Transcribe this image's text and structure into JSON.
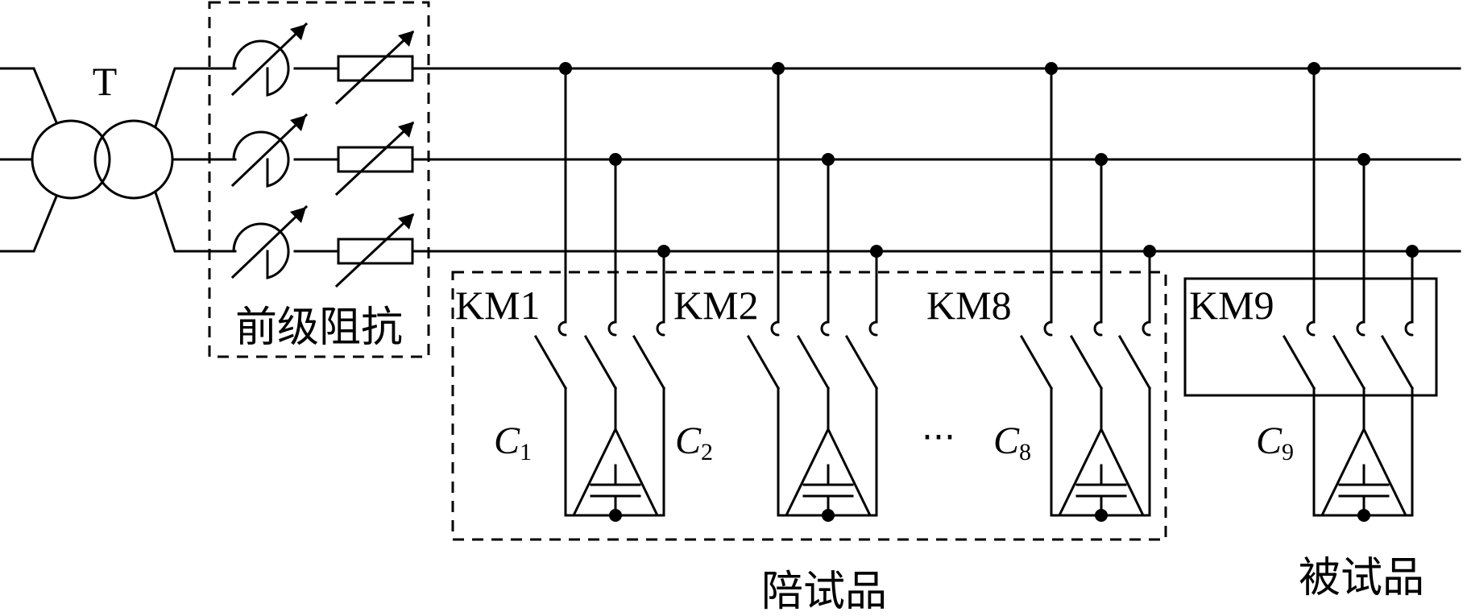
{
  "transformer": {
    "label": "T"
  },
  "front_impedance": {
    "label": "前级阻抗"
  },
  "companion": {
    "label": "陪试品",
    "contactors": [
      "KM1",
      "KM2",
      "KM8"
    ],
    "capacitors": [
      {
        "sym": "C",
        "sub": "1"
      },
      {
        "sym": "C",
        "sub": "2"
      },
      {
        "sym": "C",
        "sub": "8"
      }
    ],
    "ellipsis": "···"
  },
  "test_object": {
    "label": "被试品",
    "contactor": "KM9",
    "capacitor": {
      "sym": "C",
      "sub": "9"
    }
  }
}
